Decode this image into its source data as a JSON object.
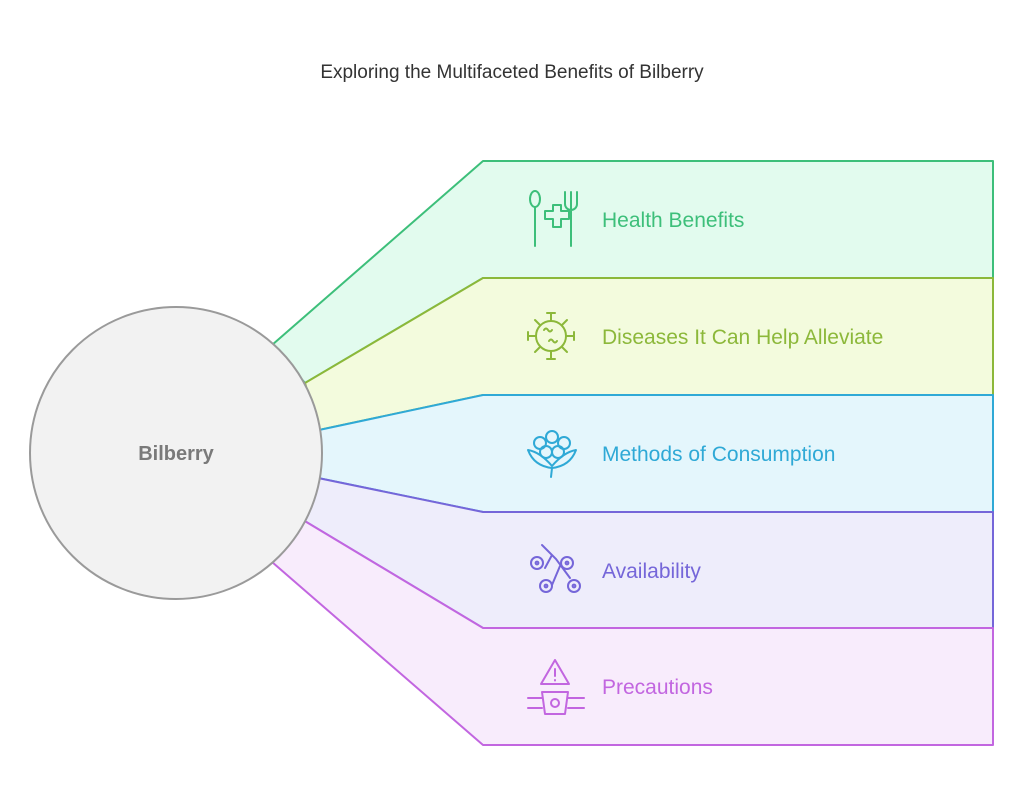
{
  "title": "Exploring the Multifaceted Benefits of Bilberry",
  "center": {
    "label": "Bilberry",
    "fill": "#f2f2f2",
    "stroke": "#9a9a9a",
    "text_color": "#7a7a7a"
  },
  "items": [
    {
      "label": "Health Benefits",
      "icon": "spoon-fork-medical-cross-icon",
      "color": "#3dbf7a",
      "fill": "#e2fbee"
    },
    {
      "label": "Diseases It Can Help Alleviate",
      "icon": "virus-icon",
      "color": "#8cb83a",
      "fill": "#f3fbdd"
    },
    {
      "label": "Methods of Consumption",
      "icon": "flower-icon",
      "color": "#2fa9d6",
      "fill": "#e4f6fc"
    },
    {
      "label": "Availability",
      "icon": "berry-branch-icon",
      "color": "#7566d9",
      "fill": "#eeedfb"
    },
    {
      "label": "Precautions",
      "icon": "warning-triangle-icon",
      "color": "#c266e0",
      "fill": "#f8ecfc"
    }
  ]
}
